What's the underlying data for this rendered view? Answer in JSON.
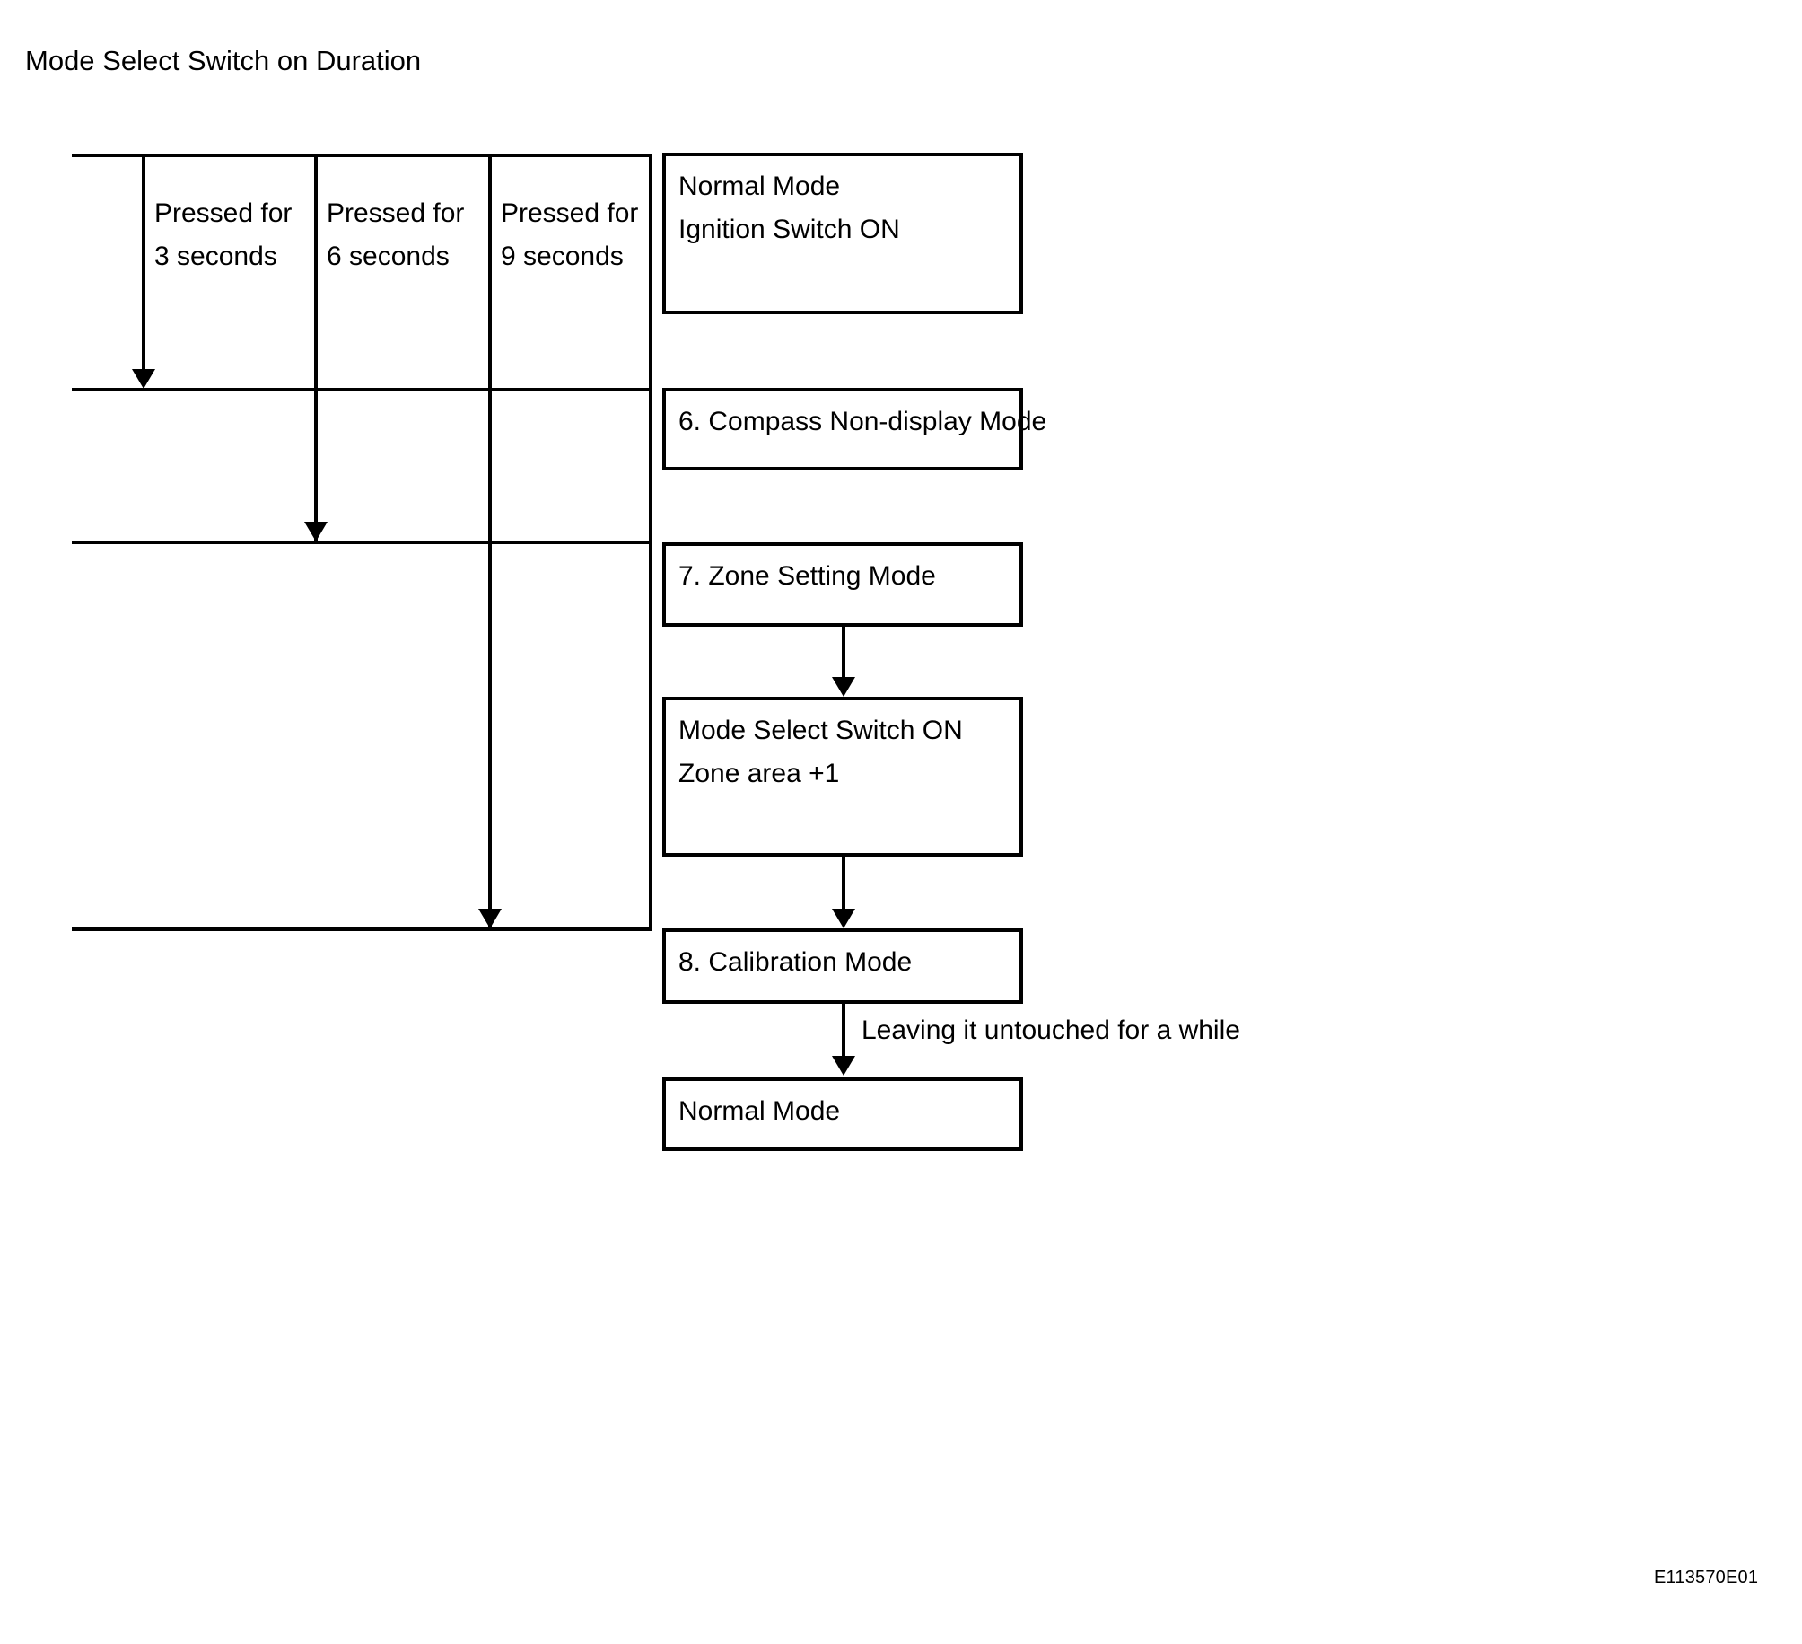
{
  "diagram": {
    "title": "Mode Select Switch on Duration",
    "reference_code": "E113570E01",
    "timing_columns": [
      {
        "line1": "Pressed for",
        "line2": "3 seconds"
      },
      {
        "line1": "Pressed for",
        "line2": "6 seconds"
      },
      {
        "line1": "Pressed for",
        "line2": "9 seconds"
      }
    ],
    "boxes": [
      {
        "line1": "Normal Mode",
        "line2": "Ignition Switch ON"
      },
      {
        "line1": "6. Compass Non-display Mode",
        "line2": ""
      },
      {
        "line1": "7. Zone Setting Mode",
        "line2": ""
      },
      {
        "line1": "Mode Select Switch ON",
        "line2": "Zone area +1"
      },
      {
        "line1": "8. Calibration Mode",
        "line2": ""
      },
      {
        "line1": "Normal Mode",
        "line2": ""
      }
    ],
    "annotations": [
      {
        "text": "Leaving it untouched for a while"
      }
    ],
    "colors": {
      "stroke": "#000000",
      "background": "#ffffff"
    }
  }
}
